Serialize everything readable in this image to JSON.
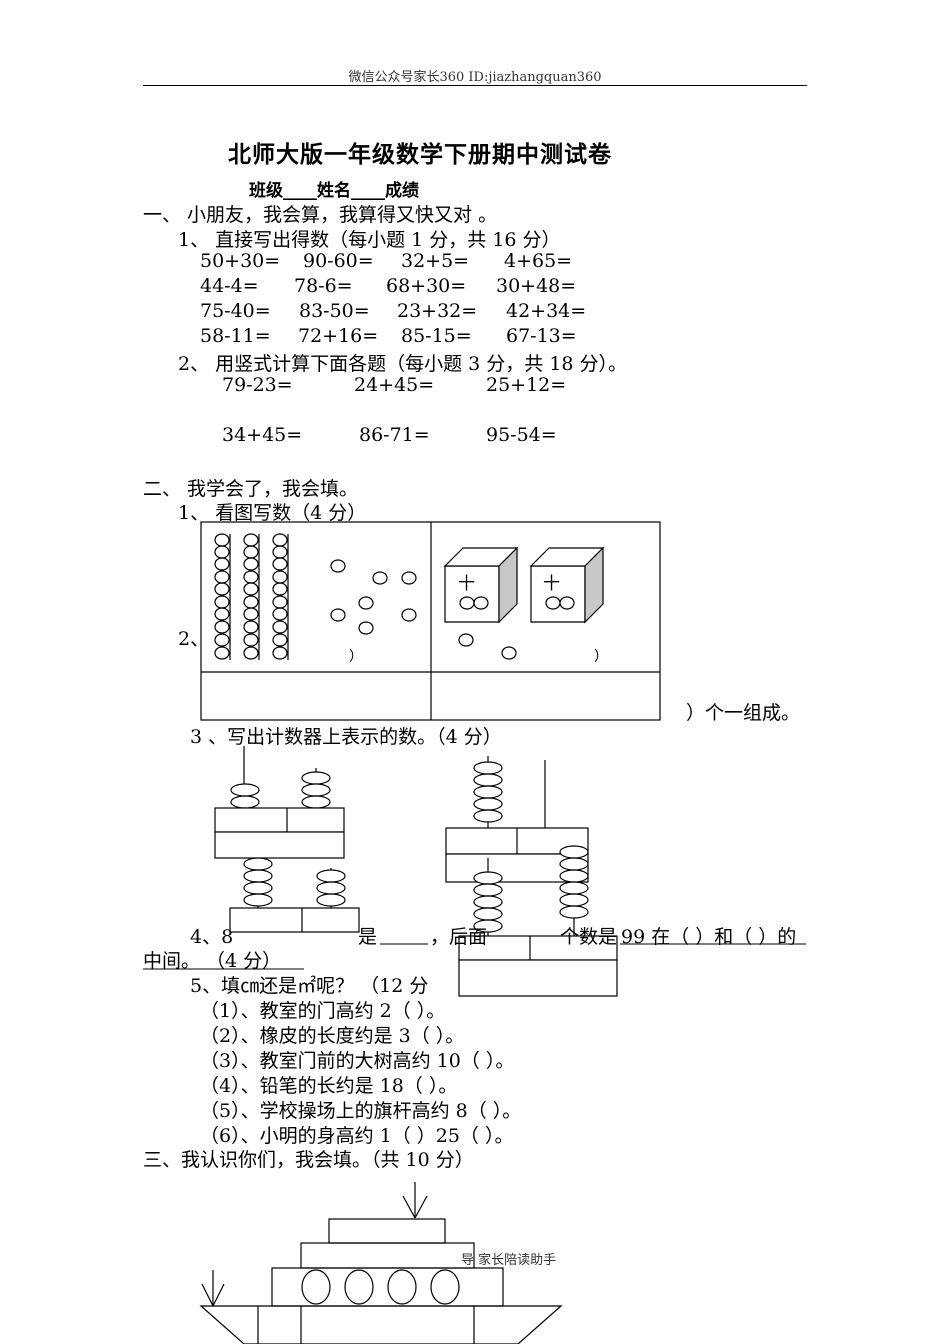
{
  "header": "微信公众号家长360 ID:jiazhangquan360",
  "title": "北师大版一年级数学下册期中测试卷",
  "info": "班级____姓名____成绩",
  "section1": {
    "heading": "一、  小朋友，我会算，我算得又快又对 。",
    "q1": {
      "label": "1、   直接写出得数（每小题 1 分，共 16 分）",
      "rows": [
        [
          "50+30=",
          "90-60=",
          "32+5=",
          "4+65="
        ],
        [
          "44-4=",
          "78-6=",
          "68+30=",
          "30+48="
        ],
        [
          "75-40=",
          "83-50=",
          "23+32=",
          "42+34="
        ],
        [
          "58-11=",
          "72+16=",
          "85-15=",
          "67-13="
        ]
      ]
    },
    "q2": {
      "label": "2、   用竖式计算下面各题（每小题 3 分，共 18 分）。",
      "rows": [
        [
          "79-23=",
          "24+45=",
          "25+12="
        ],
        [
          "34+45=",
          "86-71=",
          "95-54="
        ]
      ]
    }
  },
  "section2": {
    "heading": "二、  我学会了，我会填。",
    "q1_label": "1、   看图写数（4 分）",
    "q2_prefix": "2、",
    "paren_close": "）",
    "cube_label": "十",
    "q2_tail": "）个一组成。",
    "q3_label": "3 、写出计数器上表示的数。（4 分）",
    "q4_a": "4、8",
    "q4_b": "是",
    "q4_c": "，后面",
    "q4_d": "个数是",
    "q4_e": "99 在（  ）和（  ）的",
    "q4_line2": "中间。 （4 分）",
    "q5_label": "5、填㎝还是㎡呢？  （12 分",
    "q5_items": [
      "（1）、教室的门高约 2（   ）。",
      "（2）、橡皮的长度约是 3（   ）。",
      "（3）、教室门前的大树高约 10（   ）。",
      "（4）、铅笔的长约是 18（   ）。",
      "（5）、学校操场上的旗杆高约 8（   ）。",
      "（6）、小明的身高约 1（   ）25（   ）。"
    ]
  },
  "section3": {
    "heading": "三、我认识你们，我会填。（共 10 分）",
    "watermark": "导 家长陪读助手"
  }
}
